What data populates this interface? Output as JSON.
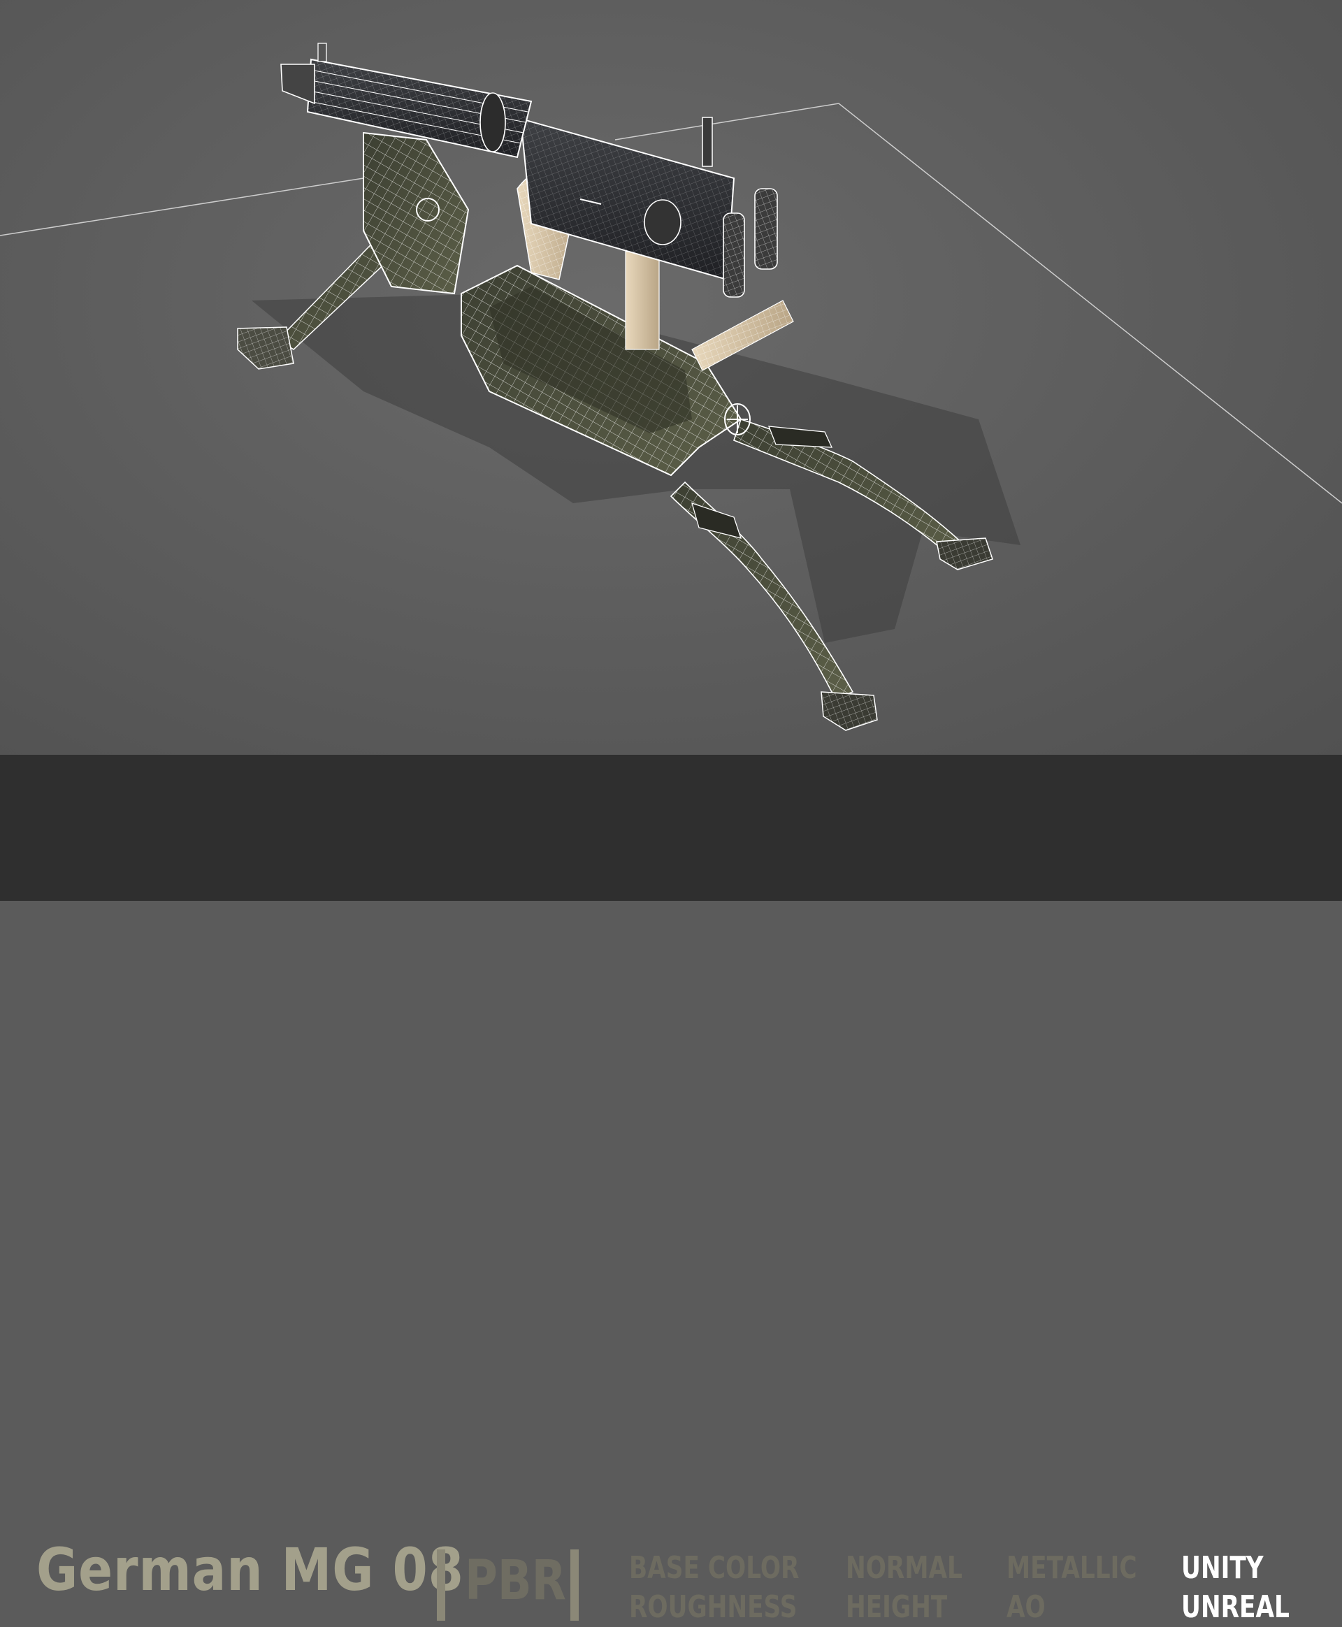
{
  "product": {
    "name": "German MG 08",
    "workflow": "PBR"
  },
  "texture_maps": [
    [
      "BASE COLOR",
      "ROUGHNESS"
    ],
    [
      "NORMAL",
      "HEIGHT"
    ],
    [
      "METALLIC",
      "AO"
    ]
  ],
  "engines": [
    "UNITY",
    "UNREAL"
  ],
  "colors": {
    "banner_background": "#2f2f2f",
    "title_text": "#a3a08b",
    "map_text": "#6d6b60",
    "engine_text": "#ffffff",
    "viewport_background": "#5b5b5b",
    "wireframe": "#ffffff",
    "body_paint": "#4a4d3c"
  }
}
